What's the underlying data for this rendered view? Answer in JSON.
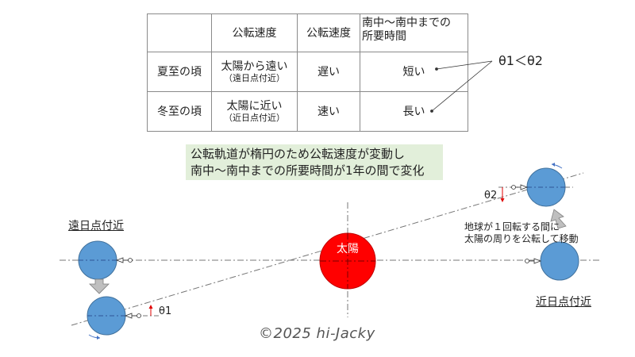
{
  "table": {
    "headers": [
      "",
      "公転速度",
      "公転速度",
      "南中～南中までの所要時間"
    ],
    "header_col3_lines": [
      "南中～南中までの",
      "所要時間"
    ],
    "rows": [
      {
        "season": "夏至の頃",
        "distance": "太陽から遠い",
        "distance_note": "（遠日点付近）",
        "speed": "遅い",
        "duration": "短い"
      },
      {
        "season": "冬至の頃",
        "distance": "太陽に近い",
        "distance_note": "（近日点付近）",
        "speed": "速い",
        "duration": "長い"
      }
    ]
  },
  "inequality": "θ1＜θ2",
  "note": {
    "line1": "公転軌道が楕円のため公転速度が変動し",
    "line2": "南中～南中までの所要時間が1年の間で変化"
  },
  "diagram": {
    "aphelion_label": "遠日点付近",
    "perihelion_label": "近日点付近",
    "sun_label": "太陽",
    "theta1": "θ1",
    "theta2": "θ2",
    "motion_note_line1": "地球が１回転する間に",
    "motion_note_line2": "太陽の周りを公転して移動",
    "colors": {
      "earth": "#5b9bd5",
      "earth_stroke": "#41719c",
      "sun": "#ff0000",
      "sun_stroke": "#c00000",
      "note_bg": "#e2efda",
      "arrow": "#bfbfbf",
      "angle": "#e00000"
    }
  },
  "copyright": "©2025 hi-Jacky"
}
